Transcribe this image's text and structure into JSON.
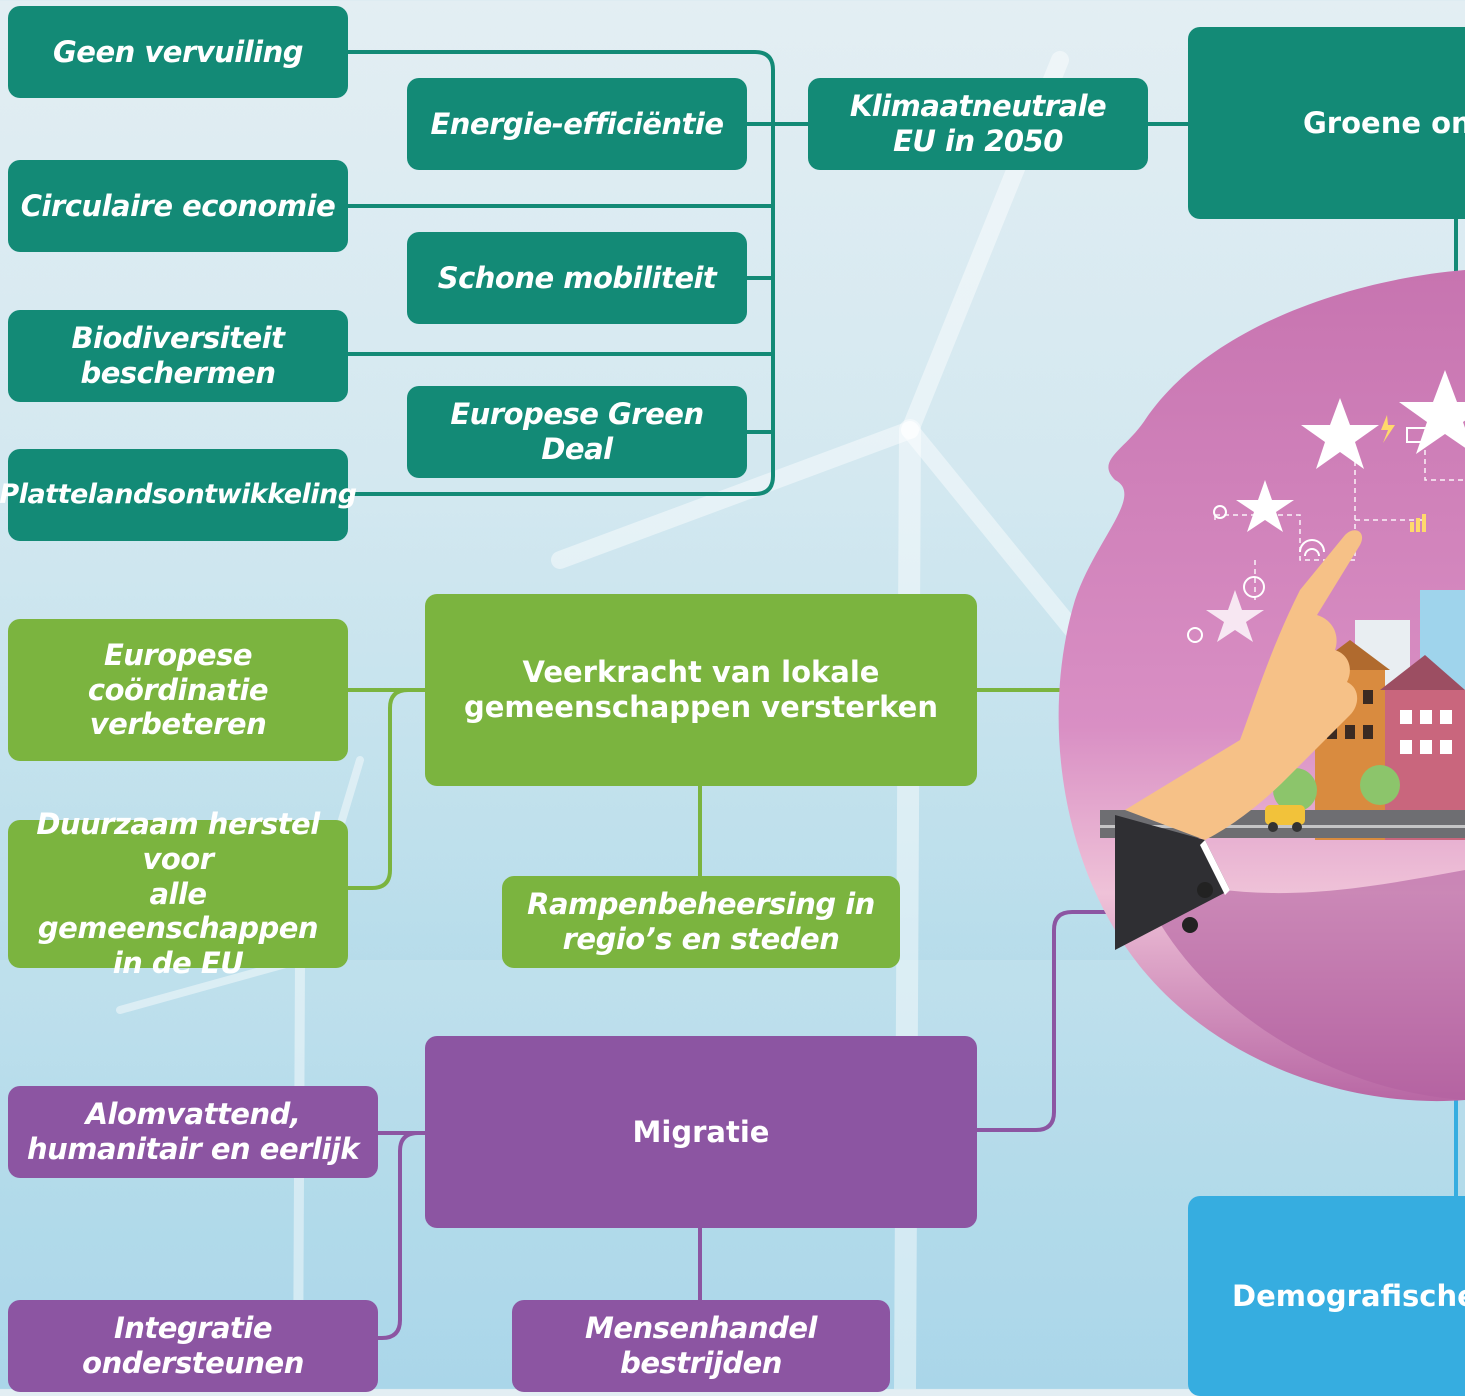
{
  "colors": {
    "teal": "#138a76",
    "green": "#7bb43f",
    "purple": "#8c55a2",
    "blue": "#36ade0",
    "circle": "#c774b0"
  },
  "green_transition": {
    "main_label": "Groene ont",
    "climate_neutral": "Klimaatneutrale\nEU in 2050",
    "items": [
      "Geen vervuiling",
      "Energie-efficiëntie",
      "Circulaire economie",
      "Schone mobiliteit",
      "Biodiversiteit\nbeschermen",
      "Europese Green Deal",
      "Plattelandsontwikkeling"
    ]
  },
  "resilience": {
    "main_label": "Veerkracht van lokale\ngemeenschappen versterken",
    "items": [
      "Europese coördinatie\nverbeteren",
      "Duurzaam herstel voor\nalle gemeenschappen\nin de EU",
      "Rampenbeheersing in\nregio’s en steden"
    ]
  },
  "migration": {
    "main_label": "Migratie",
    "items": [
      "Alomvattend,\nhumanitair en eerlijk",
      "Integratie ondersteunen",
      "Mensenhandel bestrijden"
    ]
  },
  "demographic": {
    "main_label": "Demografische"
  },
  "illustration": {
    "icons": [
      "star-icon",
      "hand-pointer-icon",
      "city-buildings-icon",
      "car-icon",
      "wifi-icon",
      "location-pin-icon",
      "gear-icon",
      "globe-icon",
      "laptop-icon",
      "chart-icon"
    ]
  }
}
